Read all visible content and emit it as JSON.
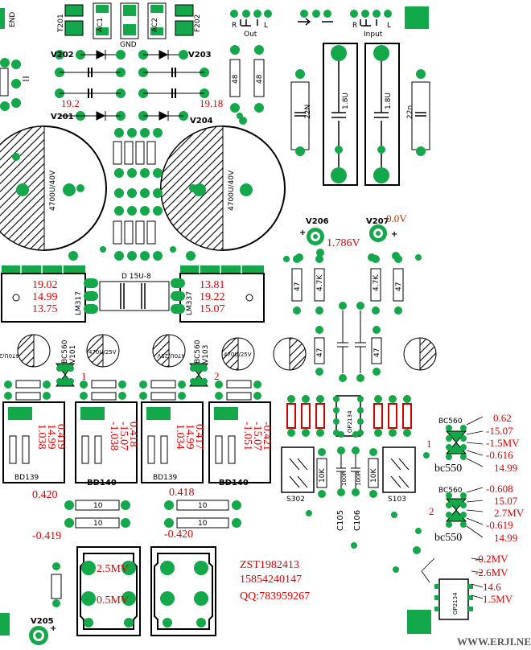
{
  "board": {
    "colors": {
      "copper": "#13a84a",
      "ink": "#000000",
      "note": "#e00000",
      "bg": "#ffffff"
    },
    "labels": {
      "t201": "T201",
      "t202": "F202",
      "ac1": "AC1",
      "ac2": "AC2",
      "gnd": "GND",
      "end": "END",
      "out_r": "R",
      "out_l": "L",
      "out": "Out",
      "in_r": "R",
      "in_l": "L",
      "input": "Input",
      "v202": "V202",
      "v203": "V203",
      "v201": "V201",
      "v204": "V204",
      "v206": "V206",
      "v207": "V207",
      "v205": "V205",
      "d1508": "D 15U-8",
      "lm317": "LM317",
      "lm337": "LM337",
      "bc560_a": "BC560",
      "v101": "V101",
      "bc560_b": "BC560",
      "v103": "V103",
      "bd139_a": "BD139",
      "bd140_a": "BD140",
      "bd139_b": "BD139",
      "bd140_b": "BD140",
      "s302": "S302",
      "s103": "S103",
      "c105": "C105",
      "c106": "C106",
      "opa_main": "OP2134",
      "opa_small": "OP2134",
      "bc560_r1": "BC560",
      "bc550_r1": "bc550",
      "bc560_r2": "BC560",
      "bc550_r2": "bc550",
      "cap_a": "4700U/40V",
      "cap_b": "4700U/40V",
      "c22n_a": "22N",
      "c22n_b": "22n",
      "c1uf_a": "1.8U",
      "c1uf_b": "1.8U",
      "r10_a": "10",
      "r10_b": "10",
      "r10_c": "10",
      "r10_d": "10",
      "r47": "47",
      "r47k": "4.7K",
      "r10k_a": "10K",
      "r10k_b": "10K",
      "c100p_a": "100P",
      "c100p_b": "100P",
      "r48": "48",
      "small_a": "470U/25V",
      "small_b": "470U/25V",
      "small_c": "470U/25V",
      "small_d": "470U/25V",
      "mark1": "1",
      "mark2": "2",
      "plus": "+"
    },
    "notes": {
      "v_left1": "19.2",
      "v_right1": "19.18",
      "lm317_1": "19.02",
      "lm317_2": "14.99",
      "lm317_3": "13.75",
      "lm337_1": "13.81",
      "lm337_2": "19.22",
      "lm337_3": "15.07",
      "v206": "1.786V",
      "v207": "0.0V",
      "q1_a": "0.419",
      "q1_b": "14.99",
      "q1_c": "1.038",
      "q2_a": "0.418",
      "q2_b": "-15.07",
      "q2_c": "-1.038",
      "q3_a": "0.417",
      "q3_b": "14.99",
      "q3_c": "1.034",
      "q4_a": "-0.421",
      "q4_b": "-15.07",
      "q4_c": "-1.051",
      "r_left_top": "0.420",
      "r_left_bot": "-0.419",
      "r_mid_top": "0.418",
      "r_mid_bot": "-0.420",
      "out_a": "2.5MV",
      "out_b": "0.5MV",
      "g1_1": "0.62",
      "g1_2": "-15.07",
      "g1_3": "-1.5MV",
      "g1_4": "-0.616",
      "g1_5": "14.99",
      "g2_1": "-0.608",
      "g2_2": "15.07",
      "g2_3": "2.7MV",
      "g2_4": "-0.619",
      "g2_5": "14.99",
      "op_1": "-0.2MV",
      "op_2": "-2.6MV",
      "op_3": "14.6",
      "op_4": "1.5MV",
      "contact_1": "ZST1982413",
      "contact_2": "15854240147",
      "contact_3": "QQ:783959267"
    },
    "watermark": "WWW.ERJI.NET"
  }
}
